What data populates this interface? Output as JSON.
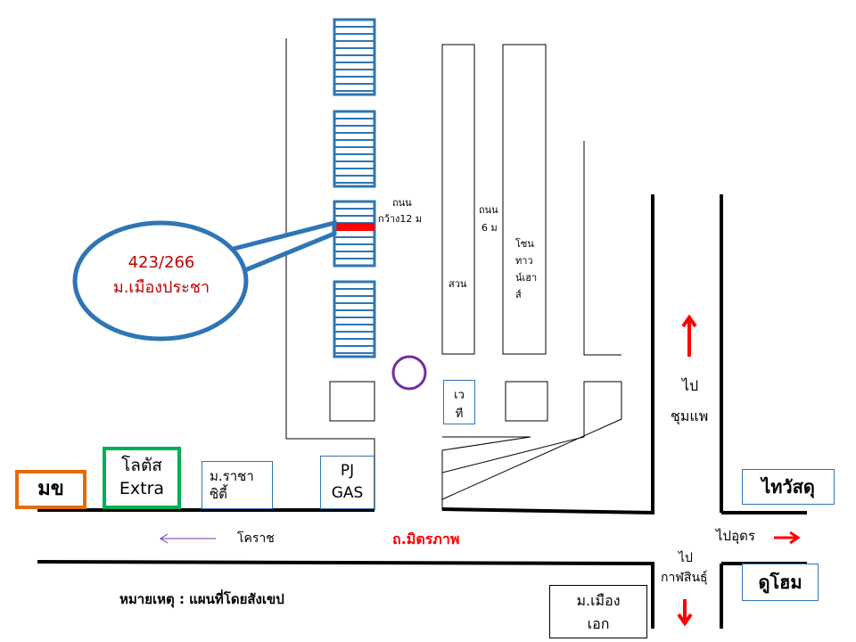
{
  "callout": {
    "house_number": "423/266",
    "village": "ม.เมืองประชา",
    "text_color": "#c00000",
    "border_color": "#2e75b6"
  },
  "roads": {
    "main_road": "ถ.มิตรภาพ",
    "main_road_color": "#ff0000",
    "west_direction": "โคราช",
    "road_12m_line1": "ถนน",
    "road_12m_line2": "กว้าง12 ม",
    "road_6m_line1": "ถนน",
    "road_6m_line2": "6 ม"
  },
  "landmarks": {
    "mk": "มข",
    "mk_color": "#e36c09",
    "lotus_line1": "โลตัส",
    "lotus_line2": "Extra",
    "lotus_color": "#00b050",
    "racha_line1": "ม.ราชา",
    "racha_line2": "ซิตี้",
    "pj_line1": "PJ",
    "pj_line2": "GAS",
    "park": "สวน",
    "townhouse_line1": "โซน",
    "townhouse_line2": "ทาว",
    "townhouse_line3": "น์เฮา",
    "townhouse_line4": "ส์",
    "stage_line1": "เว",
    "stage_line2": "ที",
    "thaiwatsadu": "ไทวัสดุ",
    "dohome": "ดูโฮม",
    "muang_ek_line1": "ม.เมือง",
    "muang_ek_line2": "เอก",
    "circle_color": "#7030a0",
    "box_border_color": "#2e75b6"
  },
  "directions": {
    "to_chumphae_line1": "ไป",
    "to_chumphae_line2": "ชุมแพ",
    "to_udon": "ไปอุดร",
    "to_kalasin_line1": "ไป",
    "to_kalasin_line2": "กาฬสินธุ์",
    "arrow_color": "#ff0000",
    "korat_arrow_color": "#7030a0"
  },
  "note": "หมายเหตุ : แผนที่โดยสังเขป"
}
